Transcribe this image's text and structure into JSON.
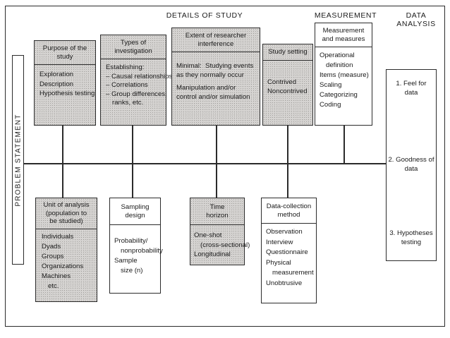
{
  "diagram": {
    "title": "Research design / details of study schematic",
    "frame": {
      "border_color": "#2b2b2b"
    },
    "shade_color": "#d6d4d2"
  },
  "section_headers": {
    "details_of_study": "DETAILS OF STUDY",
    "measurement": "MEASUREMENT",
    "data_analysis": "DATA\nANALYSIS"
  },
  "problem_statement": {
    "label": "PROBLEM STATEMENT"
  },
  "top_row": [
    {
      "id": "purpose-of-study",
      "head": "Purpose of the\nstudy",
      "shaded": true,
      "items": [
        "Exploration",
        "Description",
        "Hypothesis testing"
      ]
    },
    {
      "id": "types-of-investigation",
      "head": "Types of\ninvestigation",
      "shaded": true,
      "items": [
        "Establishing:",
        "– Causal relationships",
        "– Correlations",
        "– Group differences,",
        "ranks, etc."
      ]
    },
    {
      "id": "extent-of-researcher-interference",
      "head": "Extent of researcher\ninterference",
      "shaded": true,
      "items": [
        "Minimal:  Studying events",
        "as they normally occur",
        "Manipulation and/or",
        "control and/or simulation"
      ]
    },
    {
      "id": "study-setting",
      "head": "Study setting",
      "shaded": true,
      "items": [
        "Contrived",
        "Noncontrived"
      ]
    },
    {
      "id": "measurement-and-measures",
      "head": "Measurement\nand measures",
      "shaded": false,
      "items": [
        "Operational",
        "definition",
        "Items (measure)",
        "Scaling",
        "Categorizing",
        "Coding"
      ]
    }
  ],
  "bottom_row": [
    {
      "id": "unit-of-analysis",
      "head": "Unit of analysis\n(population to\nbe studied)",
      "shaded": true,
      "items": [
        "Individuals",
        "Dyads",
        "Groups",
        "Organizations",
        "Machines",
        "etc."
      ]
    },
    {
      "id": "sampling-design",
      "head": "Sampling\ndesign",
      "shaded": false,
      "items": [
        "Probability/",
        "nonprobability",
        "Sample",
        "size (n)"
      ]
    },
    {
      "id": "time-horizon",
      "head": "Time\nhorizon",
      "shaded": true,
      "items": [
        "One-shot",
        "(cross-sectional)",
        "Longitudinal"
      ]
    },
    {
      "id": "data-collection-method",
      "head": "Data-collection\nmethod",
      "shaded": false,
      "items": [
        "Observation",
        "Interview",
        "Questionnaire",
        "Physical",
        "measurement",
        "Unobtrusive"
      ]
    }
  ],
  "data_analysis": {
    "stages": [
      "1. Feel for\ndata",
      "2. Goodness of\ndata",
      "3. Hypotheses\ntesting"
    ]
  }
}
